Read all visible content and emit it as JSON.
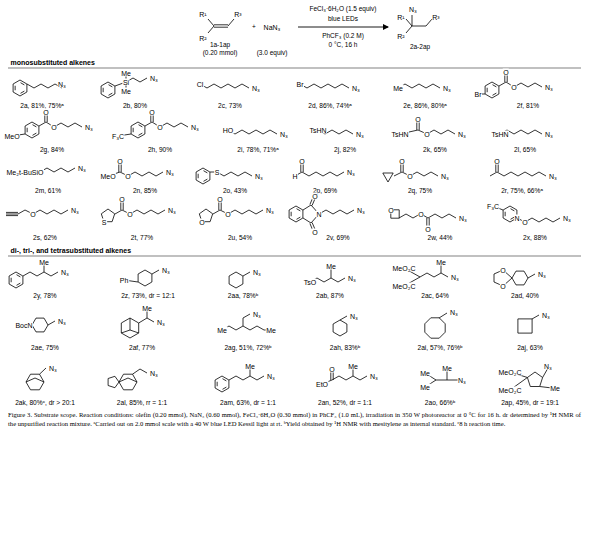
{
  "diagram": {
    "caption": "Figure 3. Substrate scope. Reaction conditions: olefin (0.20 mmol), NaN₃ (0.60 mmol), FeCl₃·6H₂O (0.30 mmol) in PhCF₃ (1.0 mL), irradiation in 350 W photoreactor at 0 °C for 16 h. dr determined by ¹H NMR of the unpurified reaction mixture. ᵃCarried out on 2.0 mmol scale with a 40 W blue LED Kessil light at rt. ᵇYield obtained by ¹H NMR with mesitylene as internal standard. ᶜ8 h reaction time.",
    "labels": [
      "R¹",
      "R³",
      "R²",
      "1a-1ap",
      "(0.20 mmol)",
      "+",
      "NaN₃",
      "(3.0 equiv)",
      "FeCl₃·6H₂O (1.5 equiv)",
      "blue LEDs",
      "PhCF₃ (0.2 M)",
      "0 °C, 16 h",
      "N₃",
      "R¹",
      "R³",
      "R²",
      "2a-2ap",
      "monosubstituted alkenes",
      "N₃",
      "2a, 81%, 75%ᵃ",
      "Si",
      "Me",
      "Me",
      "N₃",
      "2b, 80%",
      "Cl",
      "N₃",
      "2c, 73%",
      "Br",
      "N₃",
      "2d, 86%, 74%ᵃ",
      "Me",
      "N₃",
      "2e, 86%, 80%ᵃ",
      "Br",
      "O",
      "O",
      "N₃",
      "2f, 81%",
      "MeO",
      "O",
      "O",
      "N₃",
      "2g, 84%",
      "F₃C",
      "O",
      "O",
      "N₃",
      "2h, 90%",
      "HO",
      "N₃",
      "2i, 78%, 71%ᵃ",
      "TsHN",
      "N₃",
      "2j, 82%",
      "TsHN",
      "O",
      "O",
      "N₃",
      "2k, 65%",
      "TsHN",
      "N₃",
      "2l, 65%",
      "Me₂t-BuSiO",
      "N₃",
      "2m, 61%",
      "MeO",
      "O",
      "O",
      "N₃",
      "2n, 85%",
      "S",
      "N₃",
      "2o, 43%",
      "H",
      "O",
      "N₃",
      "2p, 69%",
      "O",
      "O",
      "N₃",
      "2q, 75%",
      "O",
      "N₃",
      "2r, 75%, 66%ᵃ",
      "O",
      "N₃",
      "2s, 62%",
      "S",
      "O",
      "O",
      "N₃",
      "2t, 77%",
      "O",
      "O",
      "O",
      "N₃",
      "2u, 54%",
      "O",
      "O",
      "N",
      "N₃",
      "2v, 69%",
      "O",
      "O",
      "O",
      "N₃",
      "2w, 44%",
      "F₃C",
      "N",
      "O",
      "N₃",
      "2x, 88%",
      "di-, tri-, and tetrasubstituted alkenes",
      "Me",
      "N₃",
      "2y, 78%",
      "Ph",
      "N₃",
      "2z, 73%, dr = 12:1",
      "N₃",
      "2aa, 78%ᵇ",
      "TsO",
      "Me",
      "N₃",
      "2ab, 87%",
      "MeO₂C",
      "MeO₂C",
      "Me",
      "N₃",
      "2ac, 64%",
      "O",
      "O",
      "N₃",
      "2ad, 40%",
      "BocN",
      "N₃",
      "2ae, 75%",
      "Me",
      "N₃",
      "2af, 77%",
      "Me",
      "N₃",
      "Me",
      "2ag, 51%, 72%ᵇ",
      "N₃",
      "2ah, 83%ᵇ",
      "N₃",
      "2ai, 57%, 76%ᵇ",
      "N₃",
      "2aj, 63%",
      "N₃",
      "2ak, 80%ᶜ, dr > 20:1",
      "N₃",
      "2al, 85%, rr = 1:1",
      "Me",
      "N₃",
      "2am, 63%, dr = 1:1",
      "EtO",
      "O",
      "Me",
      "N₃",
      "2an, 52%, dr = 1:1",
      "Me",
      "Me",
      "Me",
      "N₃",
      "2ao, 66%ᵇ",
      "MeO₂C",
      "MeO₂C",
      "N₃",
      "Me",
      "2ap, 45%, dr = 19:1"
    ]
  }
}
